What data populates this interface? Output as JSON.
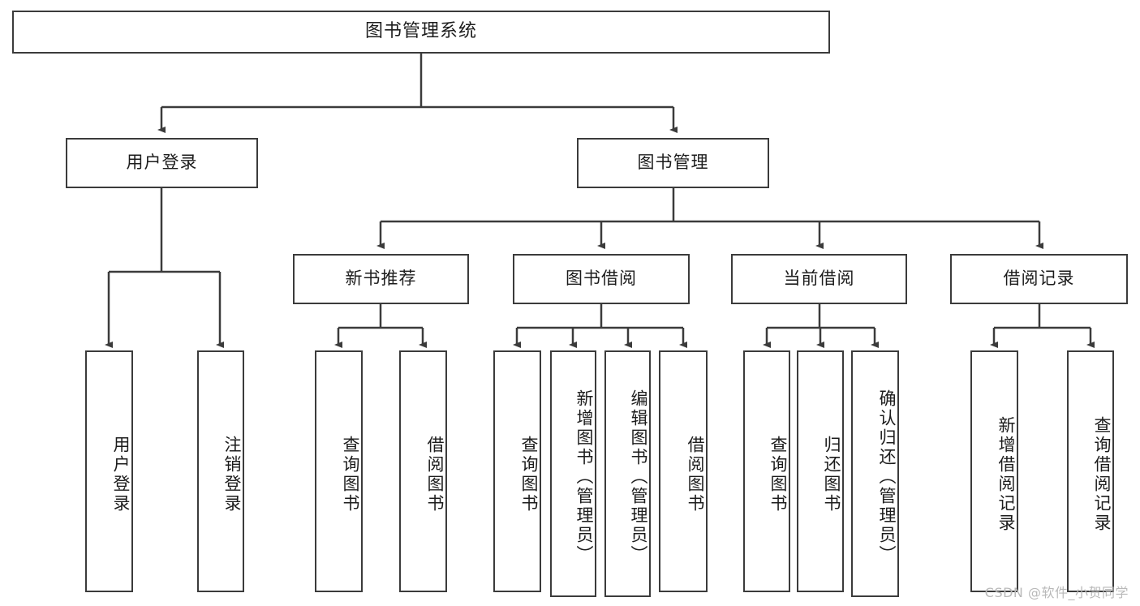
{
  "diagram": {
    "type": "tree",
    "title": "图书管理系统",
    "orientation": "top-down",
    "colors": {
      "box_border": "#3b3b3b",
      "box_fill": "#ffffff",
      "edge": "#3b3b3b",
      "text": "#1c1c1c",
      "watermark": "#b9b9b9"
    }
  },
  "root": {
    "label": "图书管理系统"
  },
  "level2": [
    {
      "label": "用户登录"
    },
    {
      "label": "图书管理"
    }
  ],
  "level3": [
    {
      "label": "新书推荐"
    },
    {
      "label": "图书借阅"
    },
    {
      "label": "当前借阅"
    },
    {
      "label": "借阅记录"
    }
  ],
  "leaves": {
    "user_login": [
      {
        "label": "用户登录"
      },
      {
        "label": "注销登录"
      }
    ],
    "new_book": [
      {
        "label": "查询图书"
      },
      {
        "label": "借阅图书"
      }
    ],
    "book_borrow": [
      {
        "label": "查询图书"
      },
      {
        "label": "新增图书（管理员）"
      },
      {
        "label": "编辑图书（管理员）"
      },
      {
        "label": "借阅图书"
      }
    ],
    "current_borrow": [
      {
        "label": "查询图书"
      },
      {
        "label": "归还图书"
      },
      {
        "label": "确认归还（管理员）"
      }
    ],
    "borrow_record": [
      {
        "label": "新增借阅记录"
      },
      {
        "label": "查询借阅记录"
      }
    ]
  },
  "watermark": {
    "text": "CSDN @软件_小贺同学"
  }
}
